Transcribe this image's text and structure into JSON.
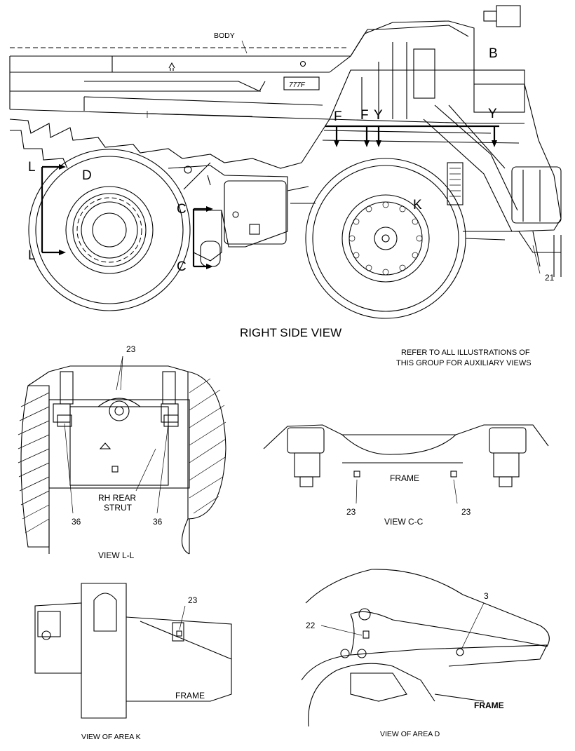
{
  "main_view": {
    "title": "RIGHT SIDE VIEW",
    "body_label": "BODY",
    "model_badge": "777F",
    "view_letters": {
      "B": "B",
      "F1": "F",
      "F2": "F",
      "Y1": "Y",
      "Y2": "Y",
      "D": "D",
      "K": "K",
      "L1": "L",
      "L2": "L",
      "C1": "C",
      "C2": "C"
    },
    "callout_21": "21",
    "note_line1": "REFER TO ALL ILLUSTRATIONS OF",
    "note_line2": "THIS GROUP FOR AUXILIARY VIEWS"
  },
  "view_ll": {
    "title": "VIEW L-L",
    "callout_top": "23",
    "callout_left": "36",
    "callout_right": "36",
    "strut_line1": "RH REAR",
    "strut_line2": "STRUT"
  },
  "view_cc": {
    "title": "VIEW C-C",
    "frame_label": "FRAME",
    "callout_left": "23",
    "callout_right": "23"
  },
  "view_k": {
    "title": "VIEW OF AREA K",
    "frame_label": "FRAME",
    "callout": "23"
  },
  "view_d": {
    "title": "VIEW OF AREA D",
    "frame_label": "FRAME",
    "callout_3": "3",
    "callout_22": "22"
  }
}
